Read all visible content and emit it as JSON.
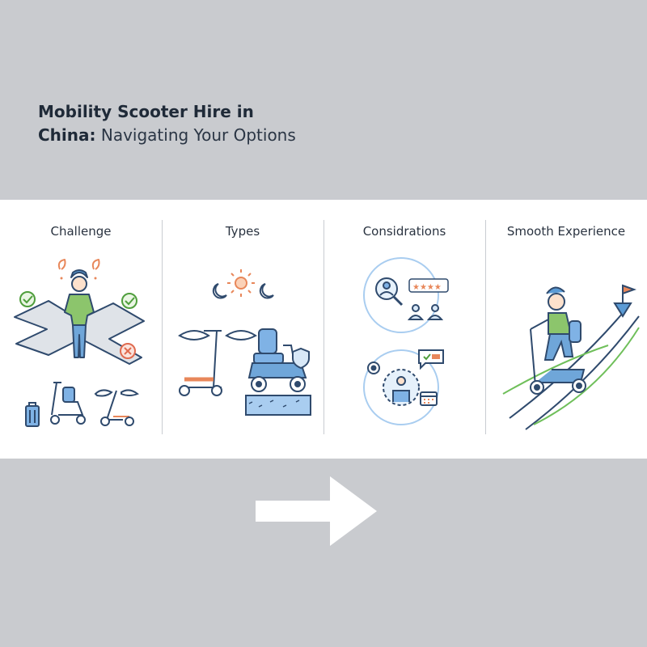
{
  "title": {
    "strong_line1": "Mobility Scooter Hire in",
    "strong_line2": "China:",
    "light_line2": " Navigating Your Options"
  },
  "panels": [
    {
      "label": "Challenge",
      "icons": [
        "confused-person-icon",
        "crossroads-icon",
        "check-icon",
        "cancel-icon",
        "suitcase-icon",
        "mobility-scooter-icon",
        "winged-scooter-icon"
      ]
    },
    {
      "label": "Types",
      "icons": [
        "moon-icon",
        "sun-icon",
        "winged-kick-scooter-icon",
        "four-wheel-mobility-scooter-icon",
        "shield-icon",
        "terrain-icon"
      ]
    },
    {
      "label": "Considrations",
      "icons": [
        "search-person-icon",
        "star-rating-icon",
        "people-icon",
        "gear-person-icon",
        "chat-bubble-icon",
        "calendar-icon"
      ]
    },
    {
      "label": "Smooth Experience",
      "icons": [
        "rider-on-scooter-icon",
        "destination-flag-icon",
        "path-icon"
      ]
    }
  ],
  "colors": {
    "background": "#c9cbcf",
    "band": "#ffffff",
    "outline": "#2f4a6d",
    "accent_blue": "#5b9bd5",
    "accent_orange": "#e8875a",
    "accent_green": "#6fbf5a"
  },
  "next_arrow_icon": "right-arrow-icon"
}
